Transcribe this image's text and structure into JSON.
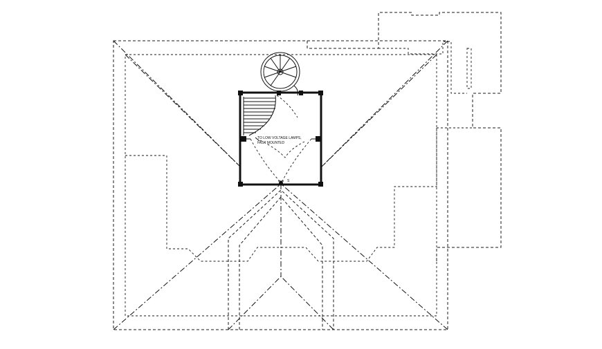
{
  "plan": {
    "note_line1": "TO LOW VOLTAGE LAMPS,",
    "note_line2": "FAST MOUNTED",
    "switch_label": "S"
  },
  "colors": {
    "line": "#111111",
    "background": "#ffffff"
  }
}
